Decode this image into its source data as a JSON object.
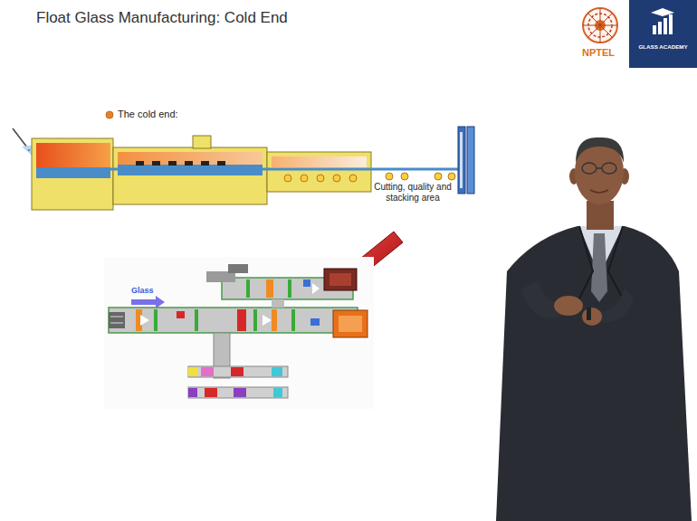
{
  "diagram": {
    "title": "Float Glass Manufacturing: Cold End",
    "nodes": [
      {
        "text": [
          "GLASS ACADEMY"
        ]
      }
    ],
    "labels": [
      "The cold end:",
      "Cutting, quality and stacking area",
      "Glass",
      "NPTEL"
    ]
  }
}
